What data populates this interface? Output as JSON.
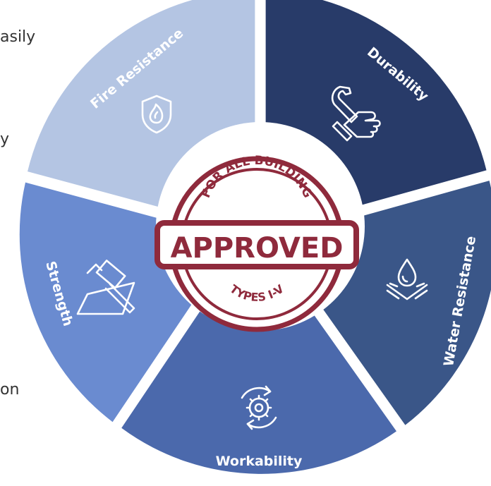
{
  "left_fragments": [
    "asily",
    "y",
    "on"
  ],
  "wheel": {
    "segments": [
      {
        "key": "fire",
        "label": "Fire Resistance",
        "icon": "shield-flame-icon",
        "color": "#b4c5e3"
      },
      {
        "key": "durability",
        "label": "Durability",
        "icon": "wrench-hand-icon",
        "color": "#283b69"
      },
      {
        "key": "water",
        "label": "Water Resistance",
        "icon": "water-drop-icon",
        "color": "#3a5688"
      },
      {
        "key": "workability",
        "label": "Workability",
        "icon": "gear-cycle-icon",
        "color": "#4b69ac"
      },
      {
        "key": "strength",
        "label": "Strength",
        "icon": "hammer-icon",
        "color": "#6a8bd0"
      }
    ]
  },
  "stamp": {
    "top_text": "FOR ALL BUILDING",
    "main_text": "APPROVED",
    "bottom_text": "TYPES I-V",
    "color": "#8f2a3c"
  }
}
